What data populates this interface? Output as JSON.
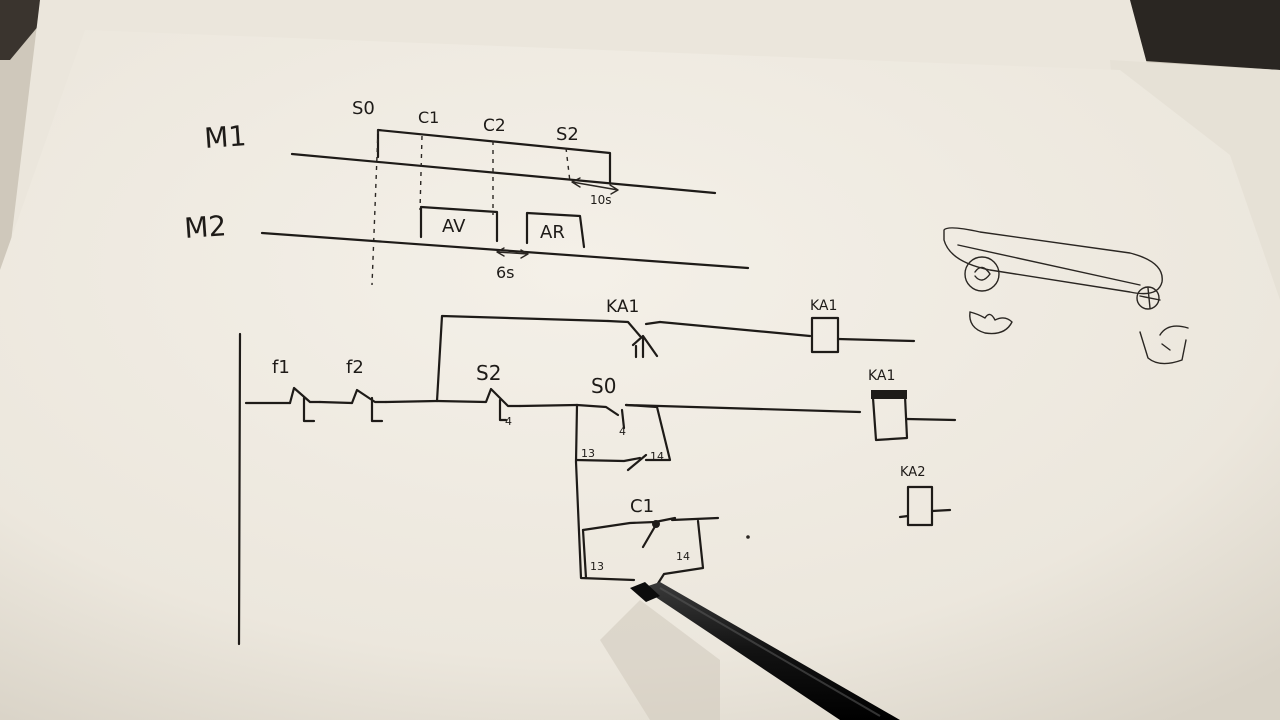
{
  "timing": {
    "row1_label": "M1",
    "row2_label": "M2",
    "events": {
      "s0": "S0",
      "c1": "C1",
      "c2": "C2",
      "s2": "S2"
    },
    "m2_phases": {
      "forward": "AV",
      "reverse": "AR"
    },
    "delay_m1": "10s",
    "delay_m2": "6s"
  },
  "ladder": {
    "fuse1": "f1",
    "fuse2": "f2",
    "stop_button": "S2",
    "stop_contact_no": "4",
    "start_button": "S0",
    "start_contact_no": "4",
    "start_term_in": "13",
    "start_term_out": "14",
    "sensor": "C1",
    "sensor_term_in": "13",
    "sensor_term_out": "14",
    "contactor_contact": "KA1",
    "coil_top": "KA1",
    "coil_main": "KA1",
    "coil_spare": "KA2"
  },
  "colors": {
    "paper": "#f1ede5",
    "ink": "#1e1b18",
    "pen_body": "#111111"
  }
}
